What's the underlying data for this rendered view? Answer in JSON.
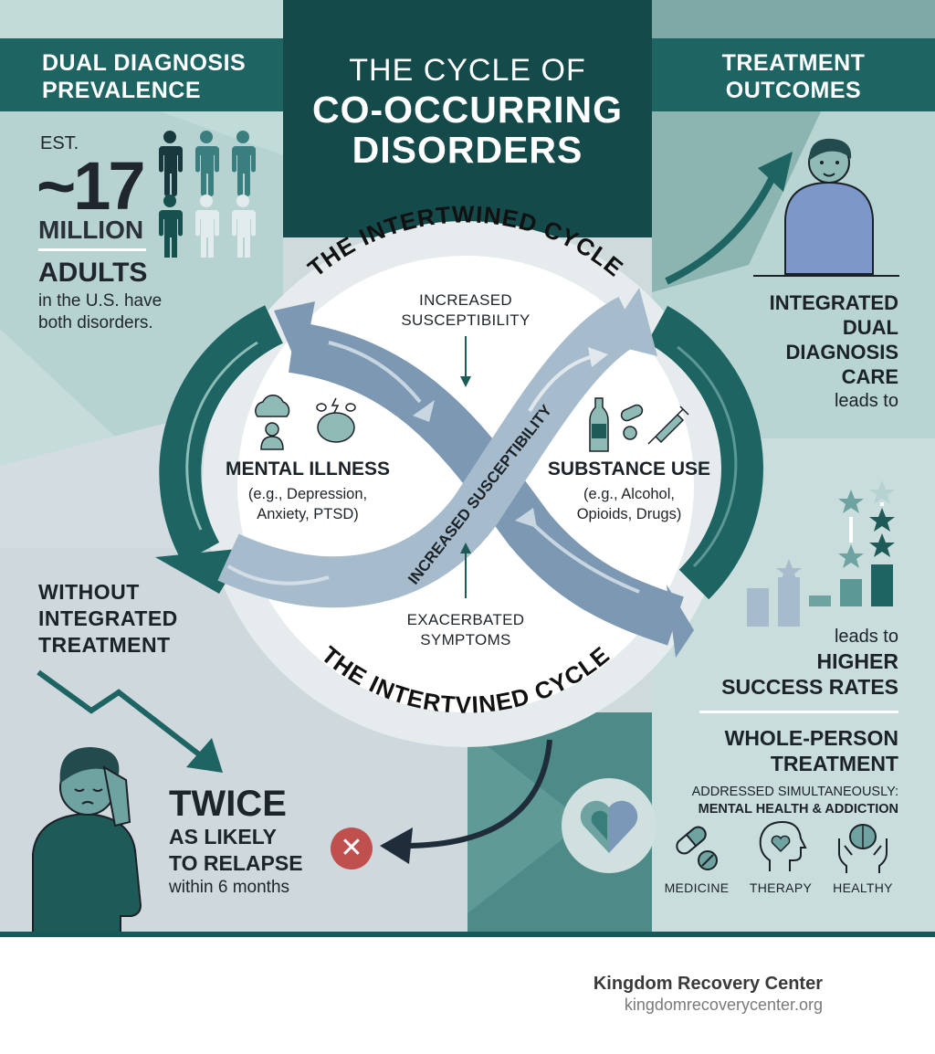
{
  "header": {
    "left_title_line1": "DUAL DIAGNOSIS",
    "left_title_line2": "PREVALENCE",
    "center_title_line1": "THE CYCLE OF",
    "center_title_line2": "CO-OCCURRING",
    "center_title_line3": "DISORDERS",
    "right_title_line1": "TREATMENT",
    "right_title_line2": "OUTCOMES"
  },
  "prevalence": {
    "est_label": "EST.",
    "number": "~17",
    "unit": "MILLION",
    "subject": "ADULTS",
    "description_line1": "in the U.S. have",
    "description_line2": "both disorders.",
    "people_icons": [
      {
        "row": 1,
        "shade": "dark"
      },
      {
        "row": 1,
        "shade": "medium"
      },
      {
        "row": 1,
        "shade": "medium"
      },
      {
        "row": 2,
        "shade": "dark"
      },
      {
        "row": 2,
        "shade": "light"
      },
      {
        "row": 2,
        "shade": "light"
      }
    ]
  },
  "cycle": {
    "top_arc_label": "THE INTERTWINED CYCLE",
    "bottom_arc_label": "THE INTERTVINED CYCLE",
    "top_label_line1": "INCREASED",
    "top_label_line2": "SUSCEPTIBILITY",
    "diagonal_label": "INCREASED SUSCEPTIBILITY",
    "bottom_label_line1": "EXACERBATED",
    "bottom_label_line2": "SYMPTOMS",
    "left_node": {
      "title": "MENTAL ILLNESS",
      "sub_line1": "(e.g., Depression,",
      "sub_line2": "Anxiety, PTSD)",
      "icons": [
        "rain-cloud-person-icon",
        "stressed-brain-icon"
      ]
    },
    "right_node": {
      "title": "SUBSTANCE USE",
      "sub_line1": "(e.g., Alcohol,",
      "sub_line2": "Opioids, Drugs)",
      "icons": [
        "bottle-icon",
        "pills-icon",
        "syringe-icon"
      ]
    }
  },
  "outcomes": {
    "care_line1": "INTEGRATED",
    "care_line2": "DUAL",
    "care_line3": "DIAGNOSIS",
    "care_line4": "CARE",
    "care_leads": "leads to",
    "success_leads": "leads to",
    "success_line1": "HIGHER",
    "success_line2": "SUCCESS RATES",
    "whole_line1": "WHOLE-PERSON",
    "whole_line2": "TREATMENT",
    "addressed_line1": "ADDRESSED SIMULTANEOUSLY:",
    "addressed_line2": "MENTAL HEALTH & ADDICTION",
    "icons": [
      {
        "name": "pills-icon",
        "label": "MEDICINE"
      },
      {
        "name": "head-heart-icon",
        "label": "THERAPY"
      },
      {
        "name": "hands-brain-icon",
        "label": "HEALTHY"
      }
    ]
  },
  "risk": {
    "title_line1": "WITHOUT",
    "title_line2": "INTEGRATED",
    "title_line3": "TREATMENT",
    "stat_line1": "TWICE",
    "stat_line2": "AS LIKELY",
    "stat_line3": "TO RELAPSE",
    "stat_line4": "within 6 months",
    "badge": "✕"
  },
  "footer": {
    "org_name": "Kingdom Recovery Center",
    "org_url": "kingdomrecoverycenter.org"
  },
  "colors": {
    "teal_dark": "#154a4b",
    "teal": "#1d6463",
    "teal_mid": "#4e8b88",
    "slate_blue": "#7c98b3",
    "slate_light": "#a6bccc",
    "panel_light": "#b8d4d3",
    "panel_grey": "#cfd8dd",
    "danger": "#c0504d"
  }
}
